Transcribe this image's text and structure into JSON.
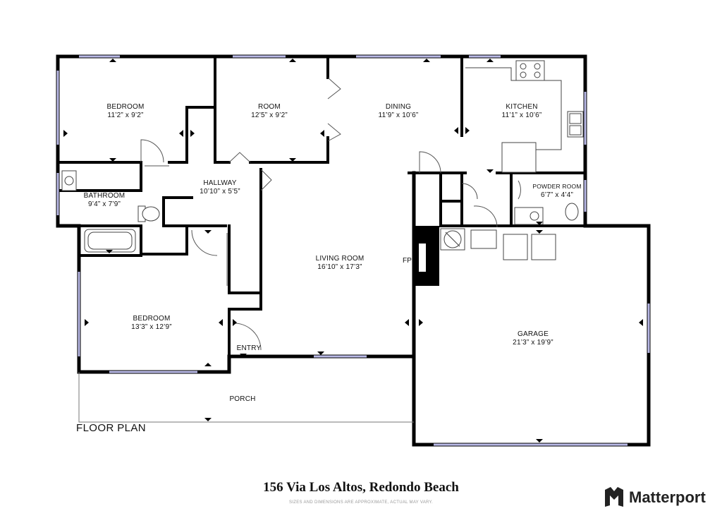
{
  "rooms": {
    "bedroom1": {
      "name": "BEDROOM",
      "dim": "11’2” x 9’2”"
    },
    "room": {
      "name": "ROOM",
      "dim": "12’5” x 9’2”"
    },
    "dining": {
      "name": "DINING",
      "dim": "11’9” x 10’6”"
    },
    "kitchen": {
      "name": "KITCHEN",
      "dim": "11’1” x 10’6”"
    },
    "hallway": {
      "name": "HALLWAY",
      "dim": "10’10” x 5’5”"
    },
    "bathroom": {
      "name": "BATHROOM",
      "dim": "9’4” x 7’9”"
    },
    "powder_room": {
      "name": "POWDER ROOM",
      "dim": "6’7” x 4’4”"
    },
    "living_room": {
      "name": "LIVING ROOM",
      "dim": "16’10” x 17’3”"
    },
    "bedroom2": {
      "name": "BEDROOM",
      "dim": "13’3” x 12’9”"
    },
    "garage": {
      "name": "GARAGE",
      "dim": "21’3” x 19’9”"
    },
    "entry": {
      "name": "ENTRY"
    },
    "porch": {
      "name": "PORCH"
    }
  },
  "fireplace_label": "FP",
  "floor_plan_label": "FLOOR PLAN",
  "address": "156 Via Los Altos, Redondo Beach",
  "disclaimer": "SIZES AND DIMENSIONS ARE APPROXIMATE, ACTUAL MAY VARY.",
  "brand": {
    "name": "Matterport",
    "icon": "matterport-logo-icon"
  },
  "colors": {
    "wall": "#000000",
    "window": "#b9b9e6",
    "thin": "#555555"
  }
}
